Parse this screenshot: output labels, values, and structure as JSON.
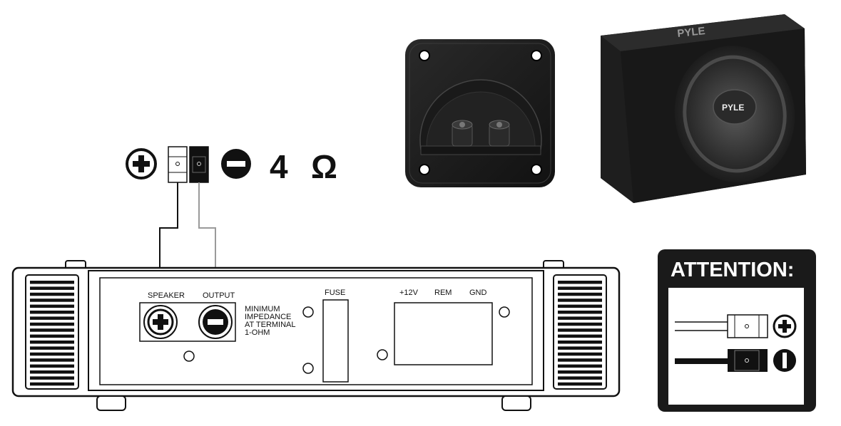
{
  "impedance": {
    "value": "4",
    "unit": "Ω"
  },
  "amplifier": {
    "speaker_label": "SPEAKER",
    "output_label": "OUTPUT",
    "impedance_note": [
      "MINIMUM",
      "IMPEDANCE",
      "AT TERMINAL",
      "1-OHM"
    ],
    "fuse_label": "FUSE",
    "power_labels": [
      "+12V",
      "REM",
      "GND"
    ]
  },
  "enclosure": {
    "brand": "PYLE"
  },
  "attention": {
    "title": "ATTENTION:"
  },
  "colors": {
    "ink": "#111111",
    "wire_positive": "#111111",
    "wire_negative": "#9a9a9a",
    "attention_bg": "#1a1a1a"
  },
  "icons": [
    "plus-circle-icon",
    "minus-circle-icon"
  ]
}
